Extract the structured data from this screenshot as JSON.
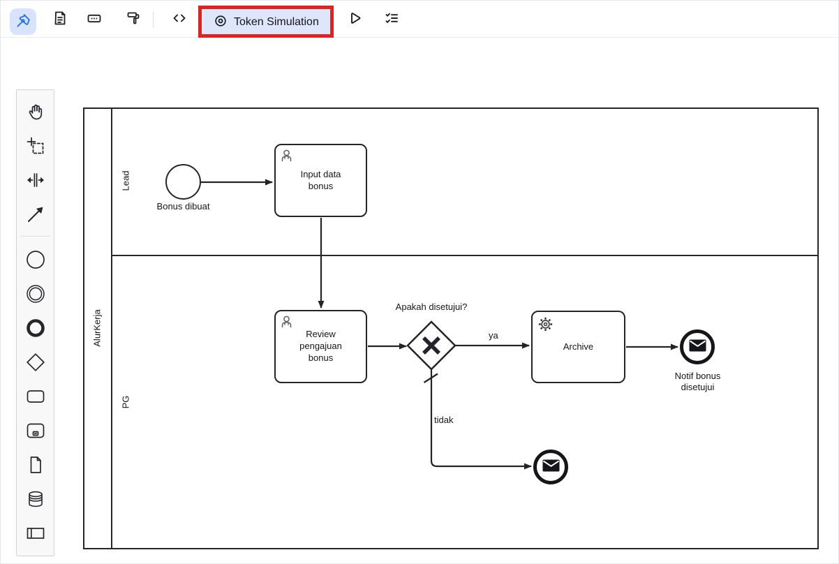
{
  "toolbar": {
    "accent_color": "#1e6ff2",
    "active_tool_background": "#d8e4fc",
    "buttons": [
      {
        "name": "edit-tool",
        "icon": "pen-nib-icon",
        "active": true
      },
      {
        "name": "documentation",
        "icon": "document-icon",
        "active": false
      },
      {
        "name": "keyboard-shortcuts",
        "icon": "keyboard-icon",
        "active": false
      },
      {
        "name": "appearance",
        "icon": "paint-roller-icon",
        "active": false
      },
      {
        "name": "xml-editor",
        "icon": "code-icon",
        "active": false
      },
      {
        "name": "token-simulation",
        "icon": "token-icon",
        "label": "Token Simulation",
        "active": true,
        "background": "#dee6fb"
      },
      {
        "name": "play",
        "icon": "play-icon",
        "active": false
      },
      {
        "name": "checklist",
        "icon": "checklist-icon",
        "active": false
      }
    ]
  },
  "annotation": {
    "shape": "rectangle",
    "color": "#e1221e",
    "target": "token-simulation-button"
  },
  "palette": {
    "items": [
      "hand-tool",
      "lasso-tool",
      "space-tool",
      "global-connect-tool",
      "create-start-event",
      "create-intermediate-event",
      "create-end-event",
      "create-gateway",
      "create-task",
      "create-subprocess",
      "create-data-object",
      "create-data-store",
      "create-participant"
    ]
  },
  "diagram": {
    "pool": {
      "label": "AlurKerja",
      "lanes": [
        {
          "label": "Lead"
        },
        {
          "label": "PG"
        }
      ]
    },
    "nodes": [
      {
        "id": "start_event",
        "type": "start-event",
        "label": "Bonus dibuat",
        "lane": "Lead"
      },
      {
        "id": "input_data_bonus",
        "type": "user-task",
        "label": "Input data bonus",
        "lane": "Lead"
      },
      {
        "id": "review_pengajuan",
        "type": "user-task",
        "label": "Review pengajuan bonus",
        "lane": "PG"
      },
      {
        "id": "gateway_disetujui",
        "type": "exclusive-gateway",
        "label": "Apakah disetujui?",
        "lane": "PG"
      },
      {
        "id": "archive",
        "type": "service-task",
        "label": "Archive",
        "lane": "PG"
      },
      {
        "id": "end_notif",
        "type": "message-end-event",
        "label": "Notif bonus disetujui",
        "lane": "PG"
      },
      {
        "id": "end_rejected",
        "type": "message-end-event",
        "label": "",
        "lane": "PG"
      }
    ],
    "flows": [
      {
        "from": "start_event",
        "to": "input_data_bonus",
        "label": ""
      },
      {
        "from": "input_data_bonus",
        "to": "review_pengajuan",
        "label": ""
      },
      {
        "from": "review_pengajuan",
        "to": "gateway_disetujui",
        "label": ""
      },
      {
        "from": "gateway_disetujui",
        "to": "archive",
        "label": "ya"
      },
      {
        "from": "archive",
        "to": "end_notif",
        "label": ""
      },
      {
        "from": "gateway_disetujui",
        "to": "end_rejected",
        "label": "tidak",
        "default_flow": true
      }
    ]
  }
}
